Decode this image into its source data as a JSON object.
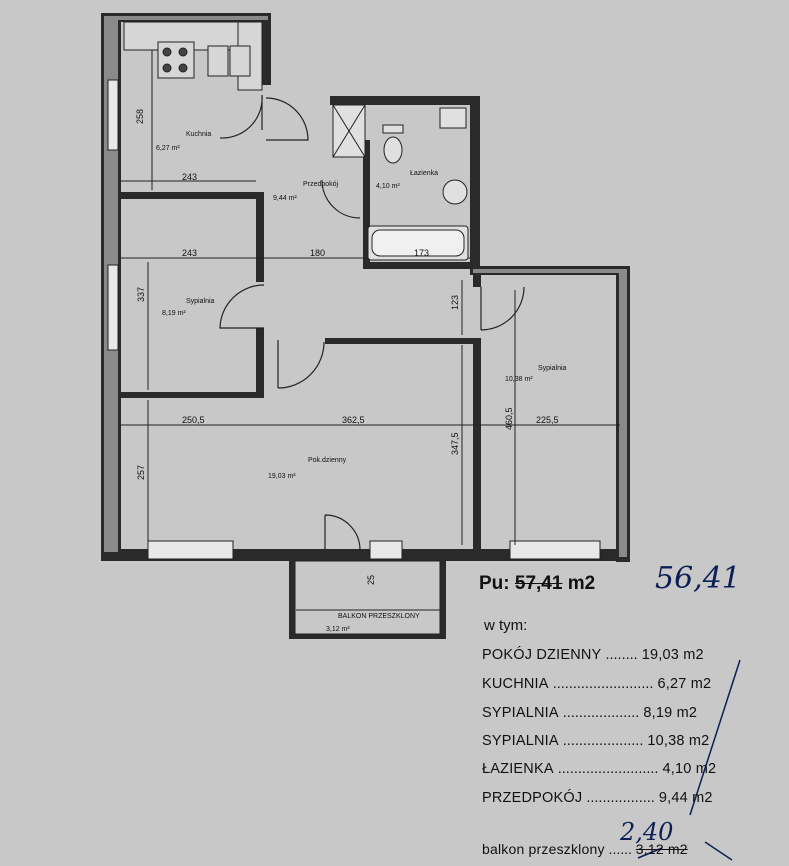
{
  "plan": {
    "rooms": {
      "kuchnia": {
        "name": "Kuchnia",
        "area": "6,27 m²"
      },
      "przedpokoj": {
        "name": "Przedpokój",
        "area": "9,44 m²"
      },
      "lazienka": {
        "name": "Łazienka",
        "area": "4,10 m²"
      },
      "sypialnia1": {
        "name": "Sypialnia",
        "area": "8,19 m²"
      },
      "sypialnia2": {
        "name": "Sypialnia",
        "area": "10,38 m²"
      },
      "pokoj": {
        "name": "Pok.dzienny",
        "area": "19,03 m²"
      },
      "balkon": {
        "name": "BALKON PRZESZKLONY",
        "area": "3,12 m²"
      }
    },
    "dims": {
      "d258": "258",
      "d243a": "243",
      "d243b": "243",
      "d180": "180",
      "d173": "173",
      "d337": "337",
      "d123": "123",
      "d460": "460,5",
      "d250": "250,5",
      "d362": "362,5",
      "d225": "225,5",
      "d347": "347,5",
      "d257": "257",
      "d25": "25"
    }
  },
  "summary": {
    "pu_label": "Pu: ",
    "pu_value": "57,41",
    "pu_unit": " m2",
    "pu_handwritten": "56,41",
    "w_tym": "w tym:",
    "items": [
      {
        "name": "POKÓJ DZIENNY",
        "dots": " ........ ",
        "value": "19,03 m2"
      },
      {
        "name": "KUCHNIA",
        "dots": " ......................... ",
        "value": "6,27 m2"
      },
      {
        "name": "SYPIALNIA",
        "dots": " ................... ",
        "value": "8,19 m2"
      },
      {
        "name": "SYPIALNIA",
        "dots": " .................... ",
        "value": "10,38 m2"
      },
      {
        "name": "ŁAZIENKA",
        "dots": " ......................... ",
        "value": "4,10 m2"
      },
      {
        "name": "PRZEDPOKÓJ",
        "dots": " ................. ",
        "value": "9,44 m2"
      }
    ],
    "balkon": {
      "name": "balkon przeszklony",
      "dots": " ...... ",
      "value": "3,12 m2",
      "handwritten": "2,40"
    }
  }
}
